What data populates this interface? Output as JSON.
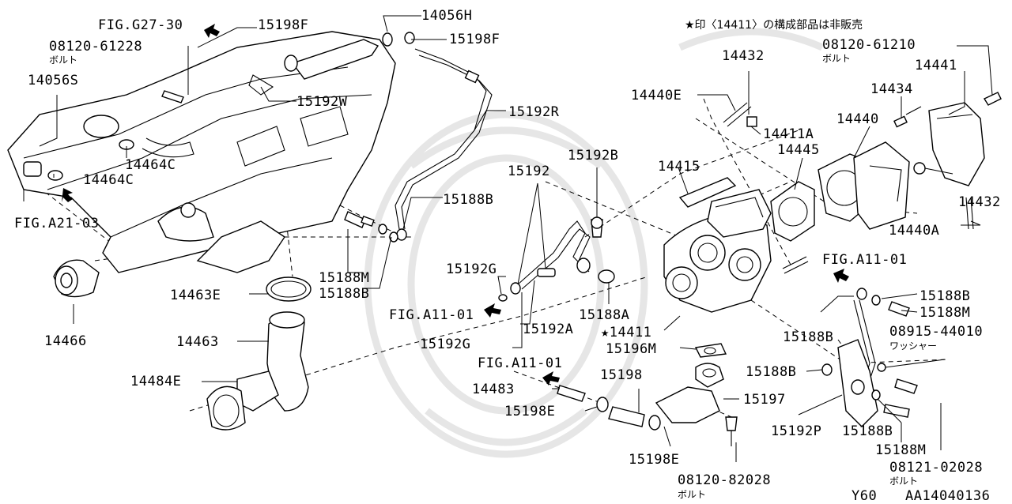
{
  "diagram": {
    "header_note": "★印〈14411〉の構成部品は非販売",
    "footer_model": "Y60",
    "footer_code": "AA14040136",
    "labels": {
      "fig_g27_30": "FIG.G27-30",
      "p08120_61228": "08120-61228",
      "p08120_61228_sub": "ボルト",
      "p14056s": "14056S",
      "p15198f_a": "15198F",
      "p14056h": "14056H",
      "p15198f_b": "15198F",
      "p15192w": "15192W",
      "p15192r": "15192R",
      "p14464c_a": "14464C",
      "p14464c_b": "14464C",
      "fig_a21_03": "FIG.A21-03",
      "p15192": "15192",
      "p15192b": "15192B",
      "p15188b_a": "15188B",
      "p15188m_a": "15188M",
      "p15188b_b": "15188B",
      "p14463e": "14463E",
      "p14466": "14466",
      "p15192g_a": "15192G",
      "fig_a11_01_a": "FIG.A11-01",
      "p15192a": "15192A",
      "p15192g_b": "15192G",
      "p15188a": "15188A",
      "p14463": "14463",
      "p14484e": "14484E",
      "fig_a11_01_b": "FIG.A11-01",
      "p14483": "14483",
      "p15198": "15198",
      "p15198e_a": "15198E",
      "p15198e_b": "15198E",
      "p14411": "★14411",
      "p15196m": "15196M",
      "p15197": "15197",
      "p08120_82028": "08120-82028",
      "p08120_82028_sub": "ボルト",
      "p14432_a": "14432",
      "p14440e": "14440E",
      "p14411a": "14411A",
      "p14415": "14415",
      "p14445": "14445",
      "p08120_61210": "08120-61210",
      "p08120_61210_sub": "ボルト",
      "p14441": "14441",
      "p14434": "14434",
      "p14440": "14440",
      "p14432_b": "14432",
      "p14440a": "14440A",
      "fig_a11_01_c": "FIG.A11-01",
      "p15188b_c": "15188B",
      "p15188m_b": "15188M",
      "p08915_44010": "08915-44010",
      "p08915_44010_sub": "ワッシャー",
      "p15188b_d": "15188B",
      "p15188b_e": "15188B",
      "p15192p": "15192P",
      "p15188b_f": "15188B",
      "p15188m_c": "15188M",
      "p08121_02028": "08121-02028",
      "p08121_02028_sub": "ボルト"
    }
  }
}
